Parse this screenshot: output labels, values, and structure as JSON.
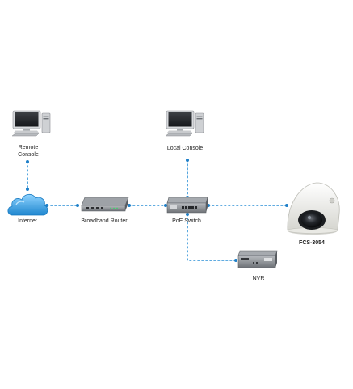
{
  "nodes": {
    "remote_console": {
      "label": "Remote\nConsole",
      "icon": "desktop-computer-icon"
    },
    "local_console": {
      "label": "Local Console",
      "icon": "desktop-computer-icon"
    },
    "internet": {
      "label": "Internet",
      "icon": "cloud-icon"
    },
    "router": {
      "label": "Broadband Router",
      "icon": "router-icon"
    },
    "poe_switch": {
      "label": "PoE Switch",
      "icon": "switch-icon"
    },
    "camera": {
      "label": "FCS-3054",
      "icon": "dome-camera-icon"
    },
    "nvr": {
      "label": "NVR",
      "icon": "nvr-icon"
    }
  },
  "colors": {
    "link": "#2a8fd6",
    "cloud": "#2f9fe0",
    "device_gray": "#7d8186",
    "camera_white": "#f2f2ee"
  }
}
